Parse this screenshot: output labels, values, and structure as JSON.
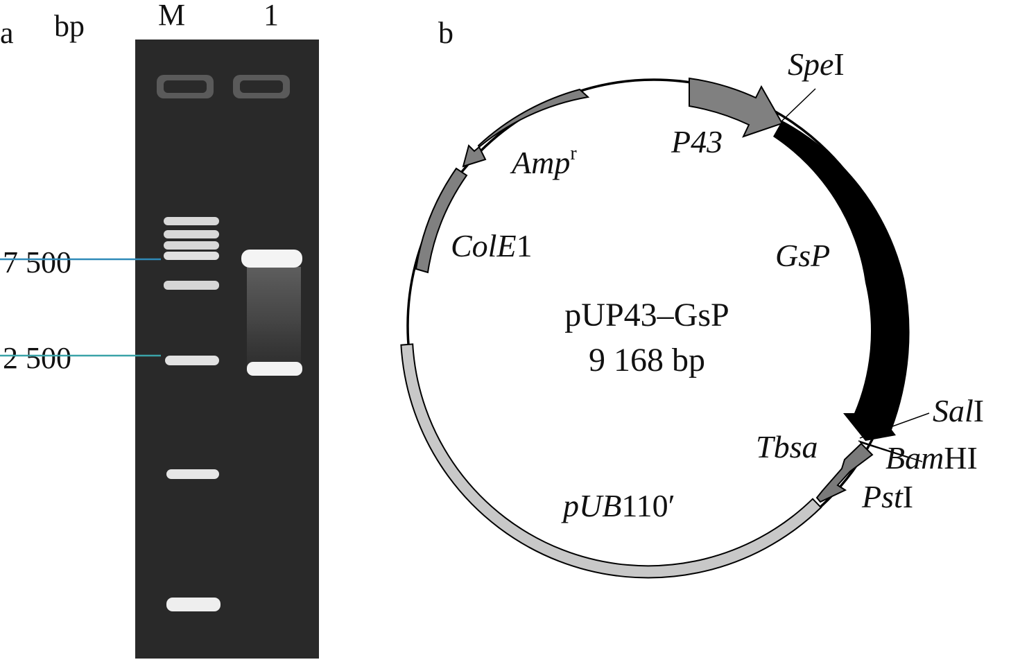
{
  "panel_a": {
    "panel_label": "a",
    "unit_label": "bp",
    "lane_labels": [
      "M",
      "1"
    ],
    "size_markers": [
      "7 500",
      "2 500"
    ]
  },
  "panel_b": {
    "panel_label": "b",
    "plasmid_name": "pUP43–GsP",
    "plasmid_size": "9 168 bp",
    "features": [
      {
        "label": "P43",
        "italic": "P43",
        "roman": "",
        "color": "#808080"
      },
      {
        "label": "GsP",
        "italic": "GsP",
        "roman": "",
        "color": "#000000"
      },
      {
        "label": "Tbsa",
        "italic": "Tbsa",
        "roman": "",
        "color": "#808080"
      },
      {
        "label": "pUB110′",
        "italic": "pUB",
        "roman": "110′",
        "color": "#c0c0c0"
      },
      {
        "label": "ColE1",
        "italic": "ColE",
        "roman": "1",
        "color": "#808080"
      },
      {
        "label": "Ampr",
        "italic": "Amp",
        "roman": "r",
        "color": "#808080"
      }
    ],
    "sites": [
      {
        "label": "SpeI",
        "italic": "Spe",
        "roman": "I"
      },
      {
        "label": "SalI",
        "italic": "Sal",
        "roman": "I"
      },
      {
        "label": "BamHI",
        "italic": "Bam",
        "roman": "HI"
      },
      {
        "label": "PstI",
        "italic": "Pst",
        "roman": "I"
      }
    ]
  }
}
